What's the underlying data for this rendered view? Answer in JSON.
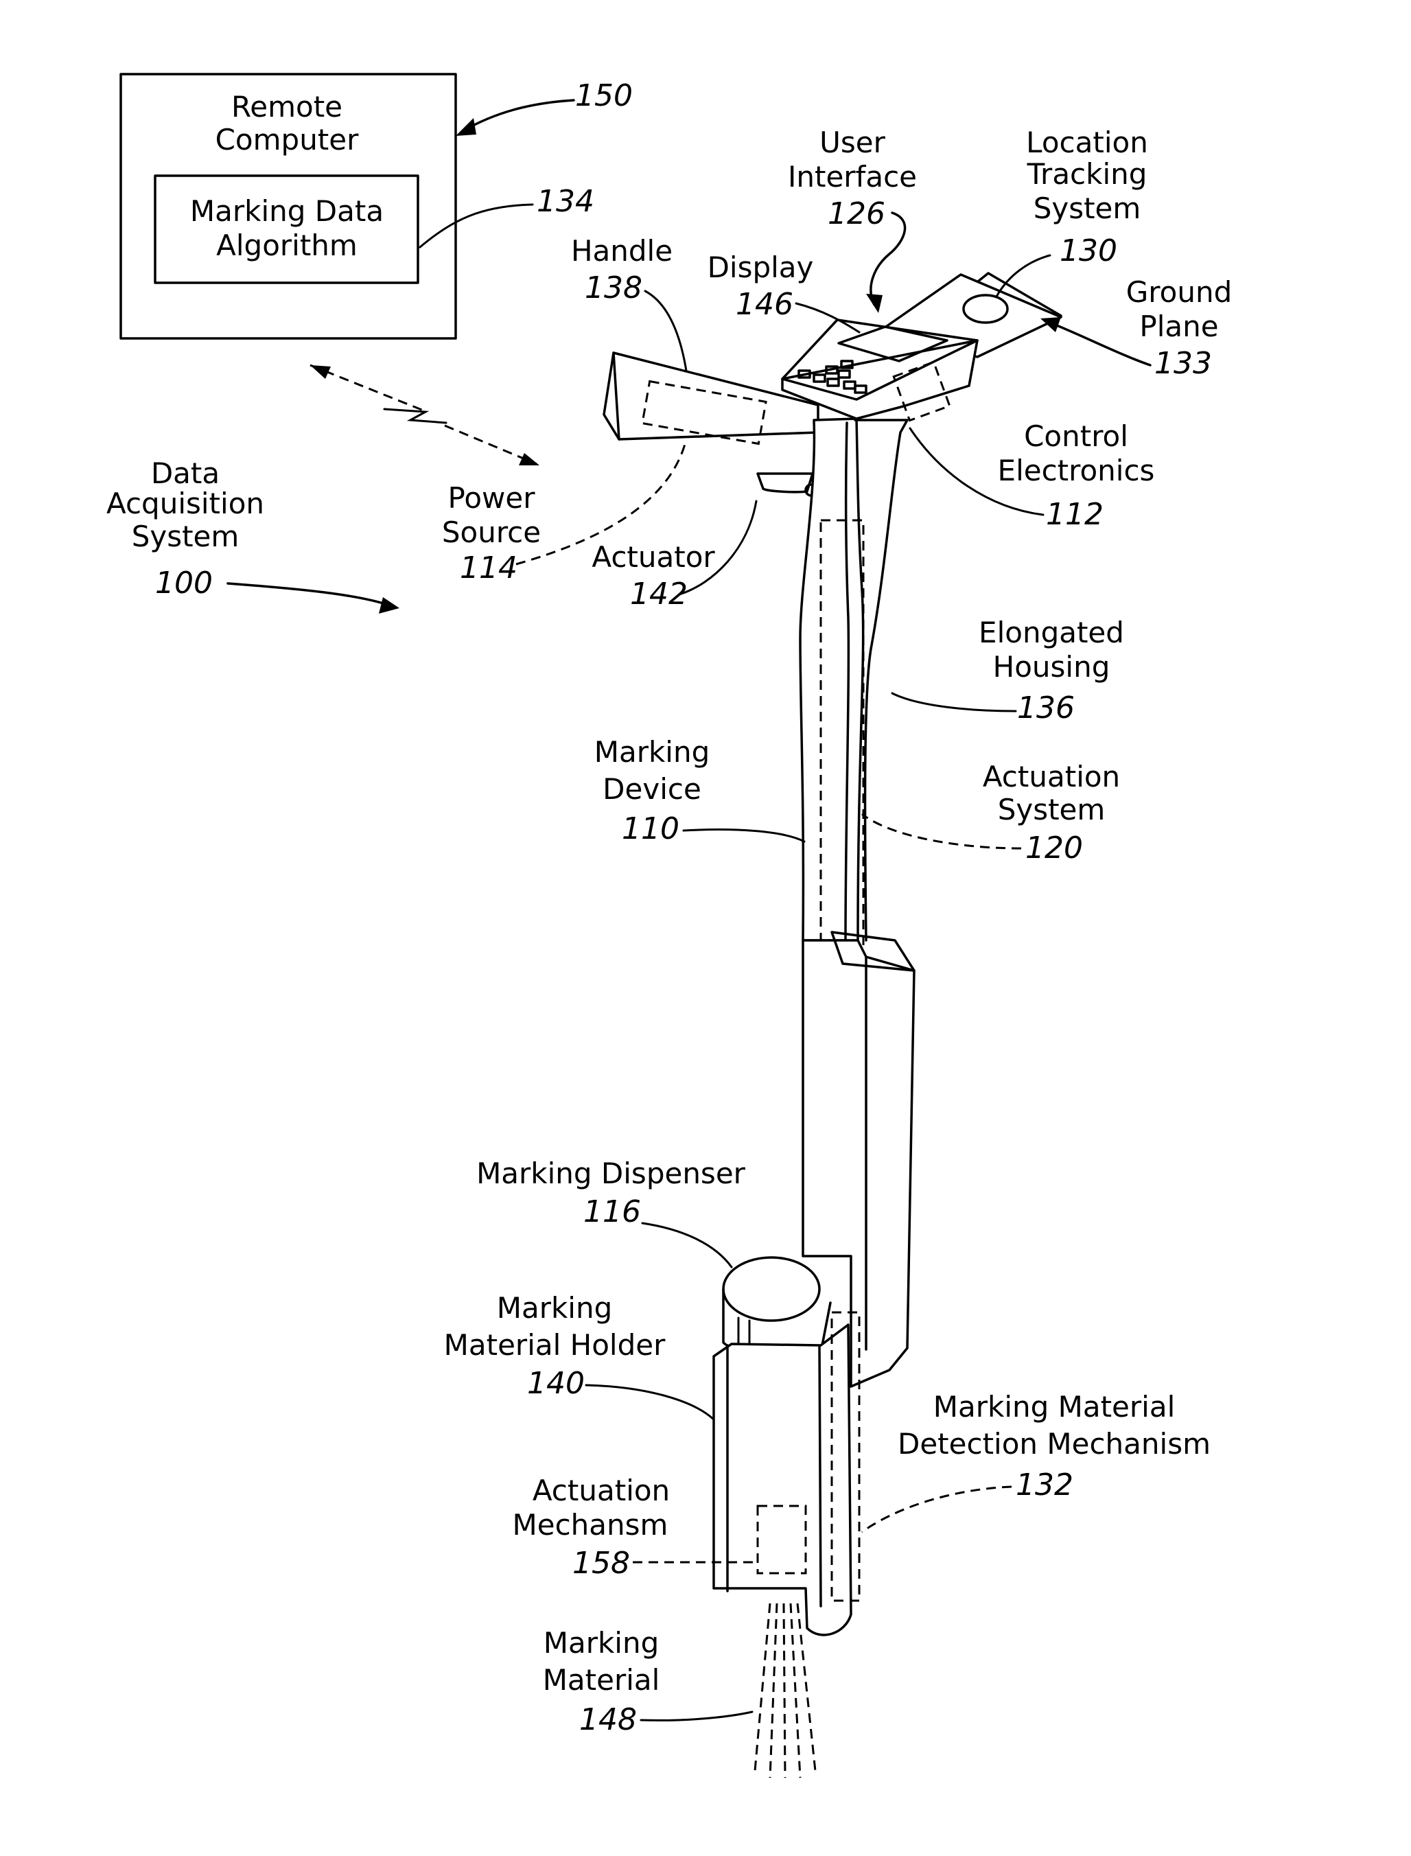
{
  "remote_computer": {
    "title_line1": "Remote",
    "title_line2": "Computer",
    "inner_line1": "Marking Data",
    "inner_line2": "Algorithm",
    "ref": "150",
    "inner_ref": "134"
  },
  "labels": {
    "user_interface": {
      "line1": "User",
      "line2": "Interface",
      "ref": "126"
    },
    "location_tracking": {
      "line1": "Location",
      "line2": "Tracking",
      "line3": "System",
      "ref": "130"
    },
    "handle": {
      "line1": "Handle",
      "ref": "138"
    },
    "display": {
      "line1": "Display",
      "ref": "146"
    },
    "ground_plane": {
      "line1": "Ground",
      "line2": "Plane",
      "ref": "133"
    },
    "control_electronics": {
      "line1": "Control",
      "line2": "Electronics",
      "ref": "112"
    },
    "data_acquisition": {
      "line1": "Data",
      "line2": "Acquisition",
      "line3": "System",
      "ref": "100"
    },
    "power_source": {
      "line1": "Power",
      "line2": "Source",
      "ref": "114"
    },
    "actuator": {
      "line1": "Actuator",
      "ref": "142"
    },
    "elongated_housing": {
      "line1": "Elongated",
      "line2": "Housing",
      "ref": "136"
    },
    "marking_device": {
      "line1": "Marking",
      "line2": "Device",
      "ref": "110"
    },
    "actuation_system": {
      "line1": "Actuation",
      "line2": "System",
      "ref": "120"
    },
    "marking_dispenser": {
      "line1": "Marking Dispenser",
      "ref": "116"
    },
    "marking_material_holder": {
      "line1": "Marking",
      "line2": "Material Holder",
      "ref": "140"
    },
    "detection_mechanism": {
      "line1": "Marking Material",
      "line2": "Detection Mechanism",
      "ref": "132"
    },
    "actuation_mechanism": {
      "line1": "Actuation",
      "line2": "Mechansm",
      "ref": "158"
    },
    "marking_material": {
      "line1": "Marking",
      "line2": "Material",
      "ref": "148"
    }
  }
}
